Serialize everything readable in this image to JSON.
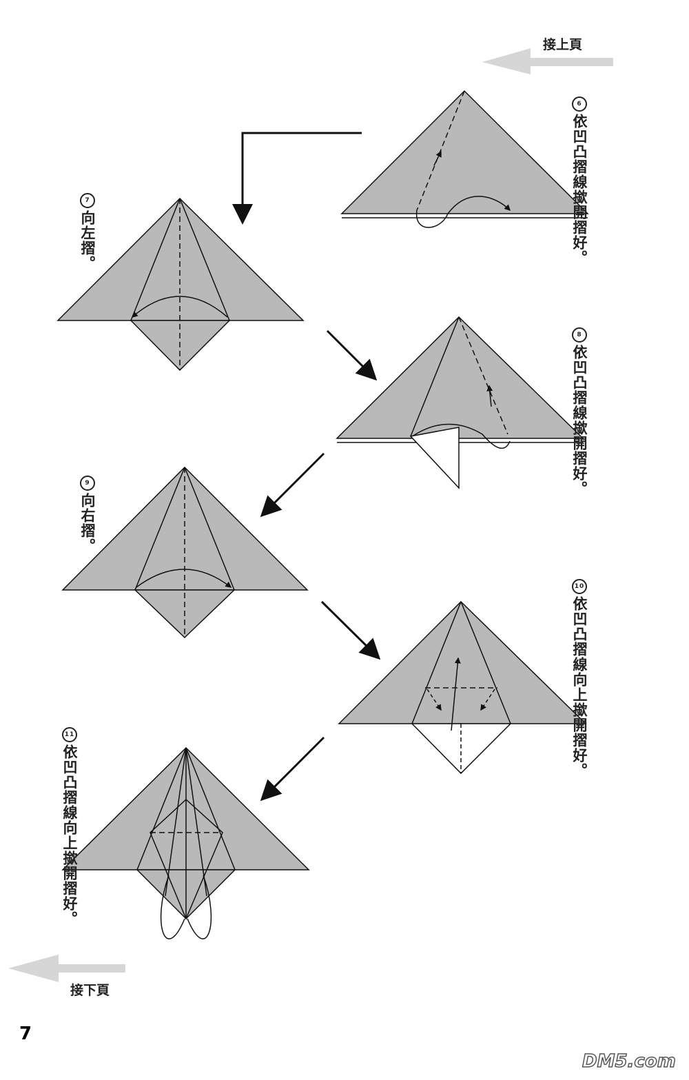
{
  "nav": {
    "prev_page": "接上頁",
    "next_page": "接下頁"
  },
  "steps": [
    {
      "num": "6",
      "lines": [
        "依凹凸摺線",
        "撳開摺好。"
      ]
    },
    {
      "num": "7",
      "lines": [
        "向左摺。"
      ]
    },
    {
      "num": "8",
      "lines": [
        "依凹凸摺線",
        "撳開摺好。"
      ]
    },
    {
      "num": "9",
      "lines": [
        "向右摺。"
      ]
    },
    {
      "num": "10",
      "lines": [
        "依凹凸摺線",
        "向上撳開摺好。"
      ]
    },
    {
      "num": "11",
      "lines": [
        "依凹凸摺線",
        "向上撳開摺好。"
      ]
    }
  ],
  "page_number": "7",
  "watermark": "DM5.com",
  "colors": {
    "paper": "#b9b9b9",
    "line": "#111111",
    "nav_arrow": "#d0d0d0"
  }
}
